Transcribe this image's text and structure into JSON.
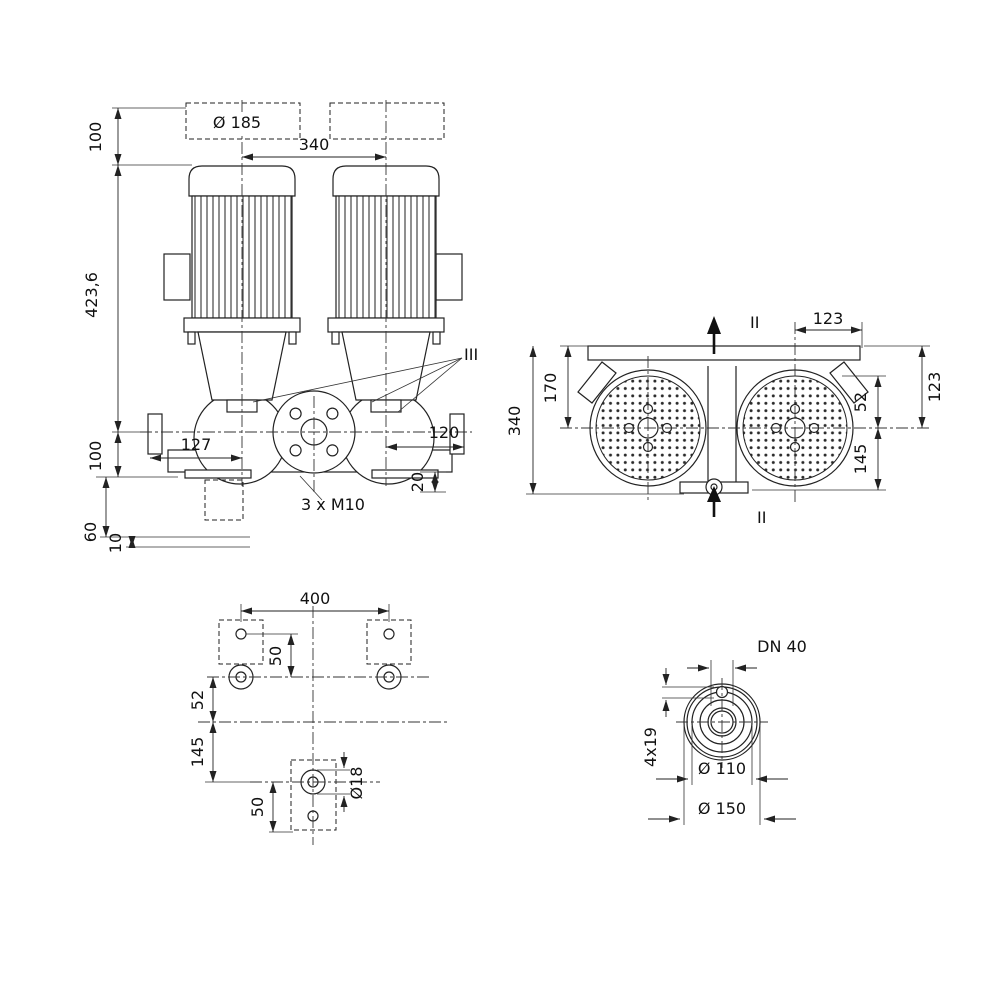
{
  "drawing": {
    "title": "pump-dimensional-drawing",
    "front": {
      "motor_diameter": "Ø 185",
      "motor_spacing": "340",
      "top_clearance": "100",
      "overall_height": "423,6",
      "port_height": "100",
      "left_port_offset": "127",
      "right_port_offset": "120",
      "section_marker": "III",
      "bolt_spec": "3 x M10",
      "foot_slot": "20",
      "foundation_depth": "60",
      "pad_height": "10"
    },
    "top": {
      "section_marker_top": "II",
      "section_marker_bottom": "II",
      "flange_offset_top": "123",
      "plate_offset": "52",
      "flange_offset_right": "123",
      "port_depth": "170",
      "overall_depth": "340",
      "lower_offset": "145"
    },
    "base": {
      "bolt_span": "400",
      "pad_offset_top": "50",
      "center_offset": "52",
      "lower_offset": "145",
      "pad_offset_bottom": "50",
      "hole_diameter": "Ø18"
    },
    "flange": {
      "nominal": "DN 40",
      "holes": "4x19",
      "bolt_circle": "Ø 110",
      "outer_diameter": "Ø 150"
    }
  }
}
